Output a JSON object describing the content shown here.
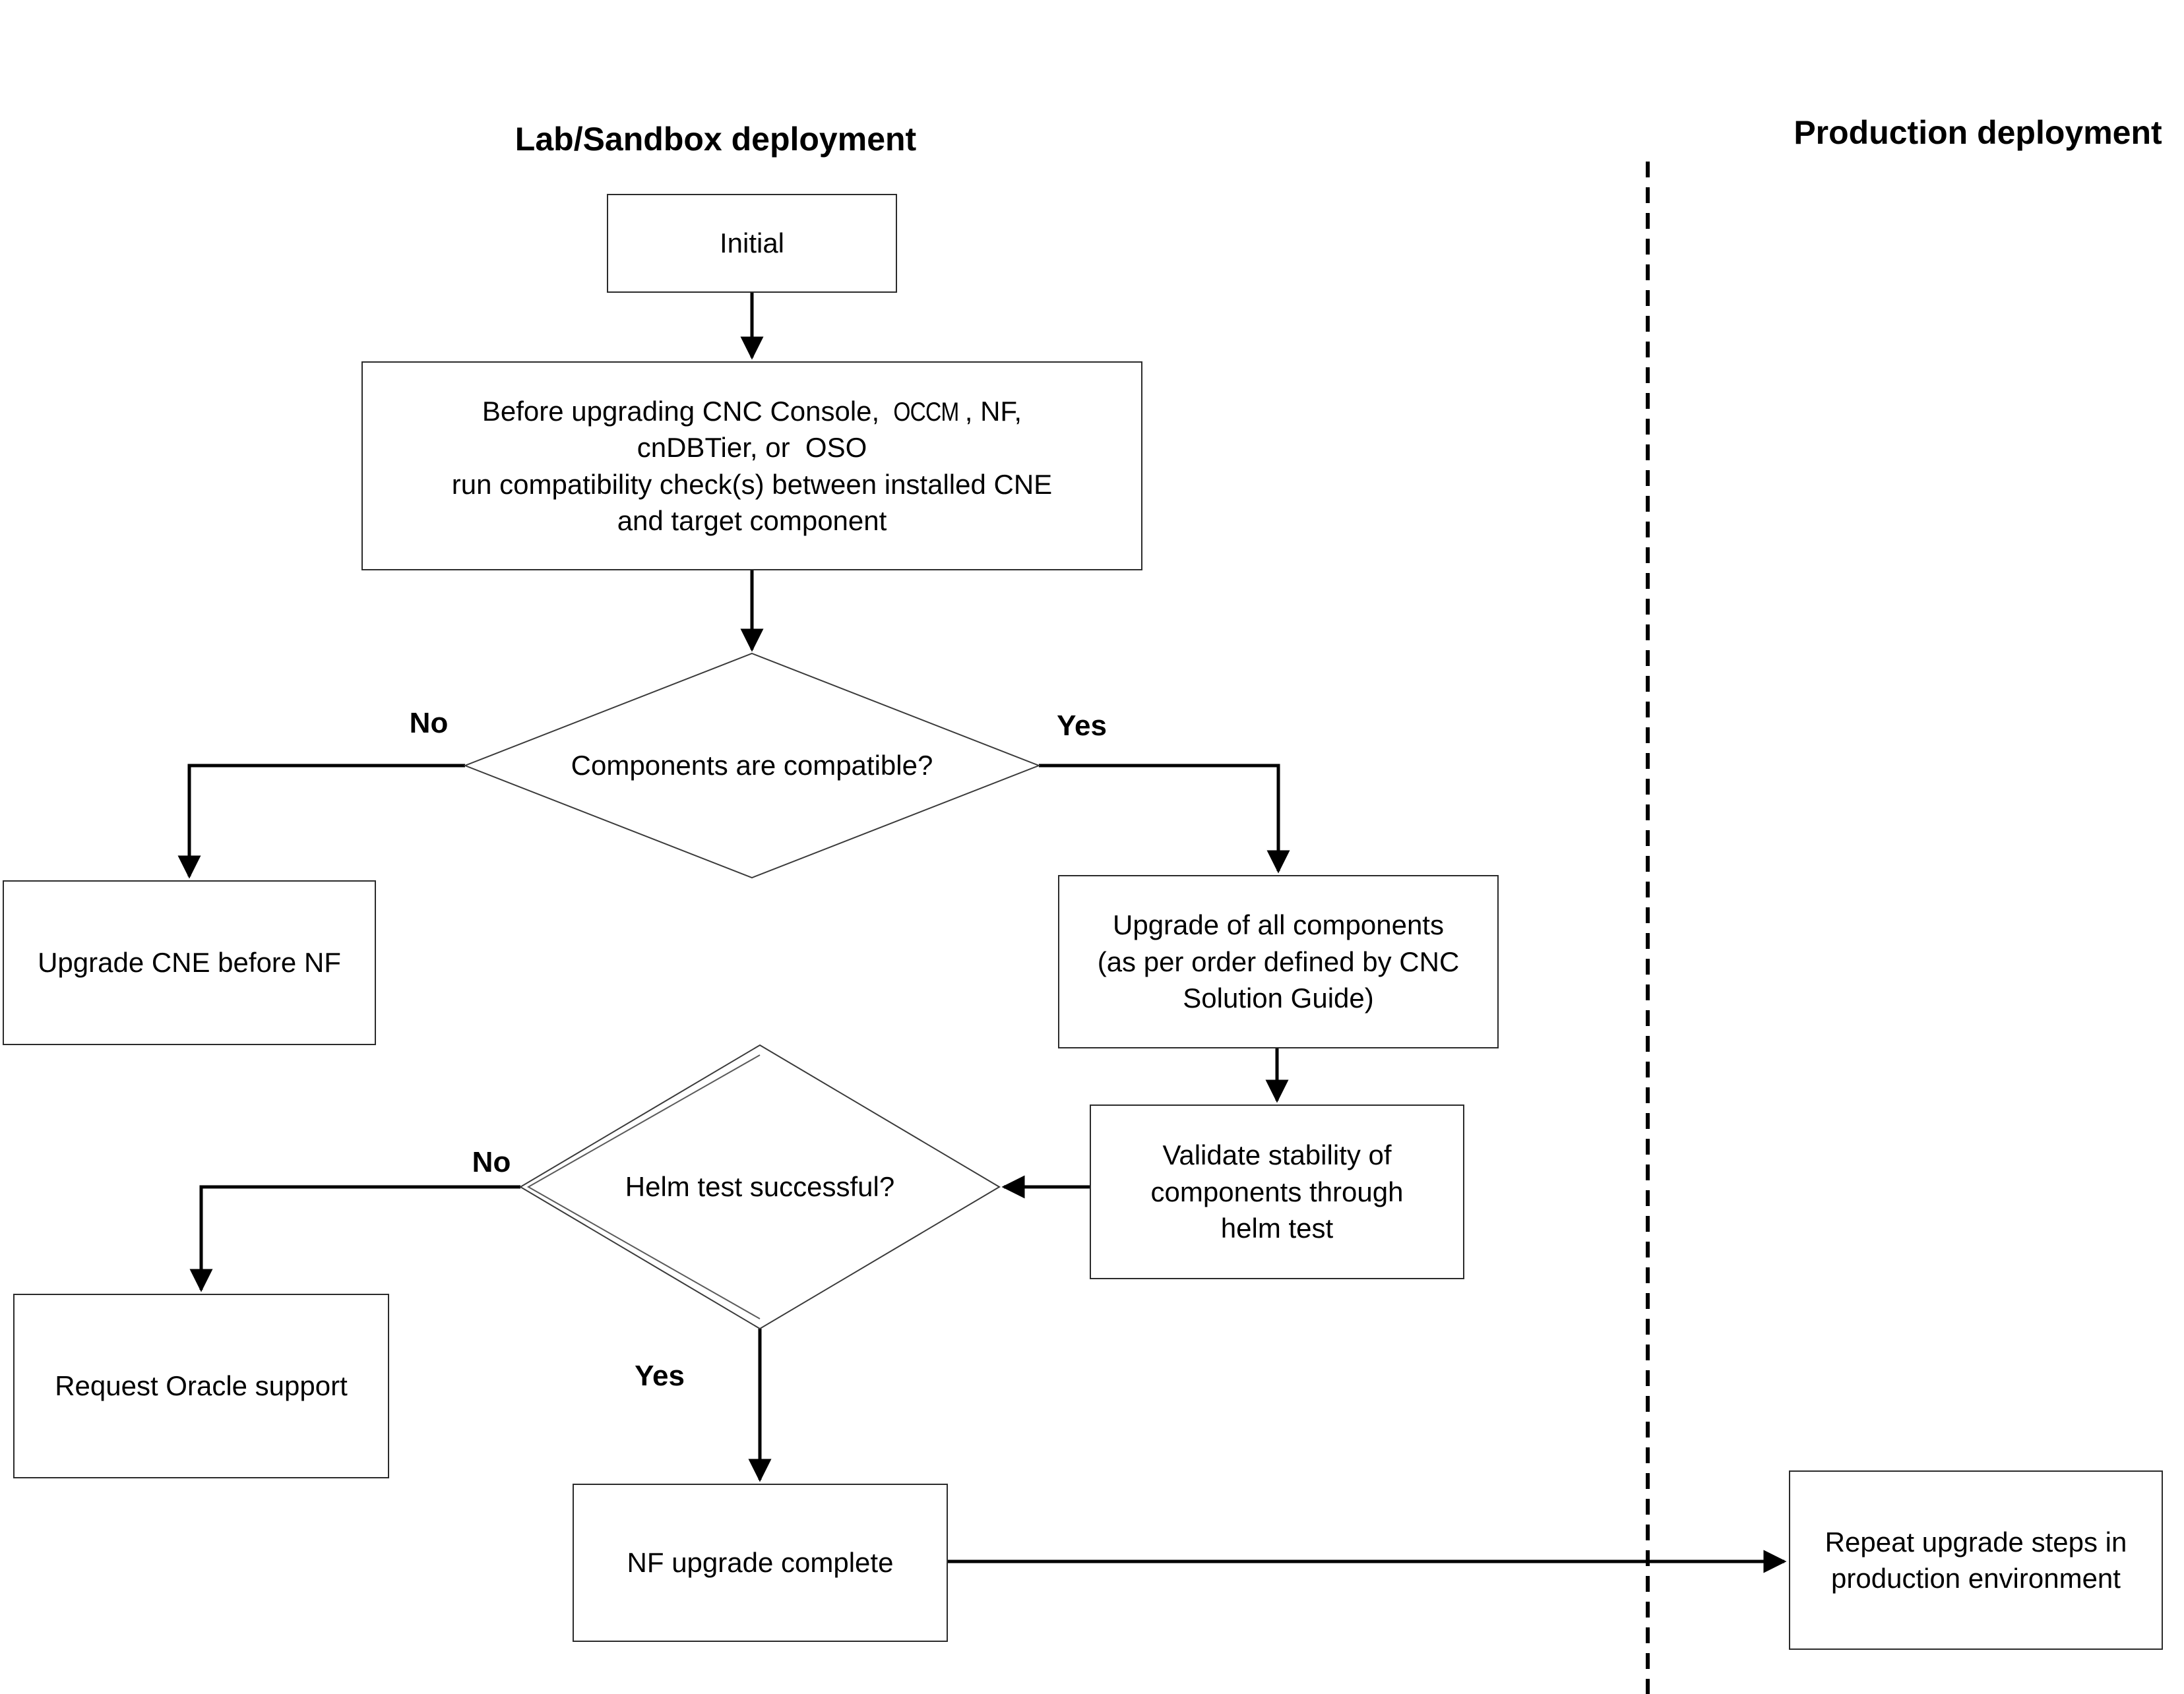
{
  "diagram": {
    "lanes": {
      "lab_title": "Lab/Sandbox deployment",
      "production_title": "Production deployment"
    },
    "nodes": {
      "initial": "Initial",
      "compat_check": {
        "line1_parts": [
          "Before upgrading CNC Console, ",
          "OCCM",
          ", NF,"
        ],
        "line2": "cnDBTier, or  OSO",
        "line3": "run compatibility check(s) between installed CNE",
        "line4": "and target component"
      },
      "compat_decision": "Components are compatible?",
      "upgrade_cne": "Upgrade CNE before NF",
      "upgrade_all": {
        "line1": "Upgrade of all components",
        "line2": "(as per order defined by CNC",
        "line3": "Solution Guide)"
      },
      "validate": {
        "line1": "Validate stability of",
        "line2": "components through",
        "line3": "helm test"
      },
      "helm_decision": "Helm test successful?",
      "request_support": "Request Oracle support",
      "nf_complete": "NF upgrade complete",
      "repeat_prod": {
        "line1": "Repeat upgrade steps in",
        "line2": "production environment"
      }
    },
    "edge_labels": {
      "no1": "No",
      "yes1": "Yes",
      "no2": "No",
      "yes2": "Yes"
    },
    "colors": {
      "line": "#000000",
      "box_border": "#2b2b2b",
      "background": "#ffffff"
    }
  }
}
